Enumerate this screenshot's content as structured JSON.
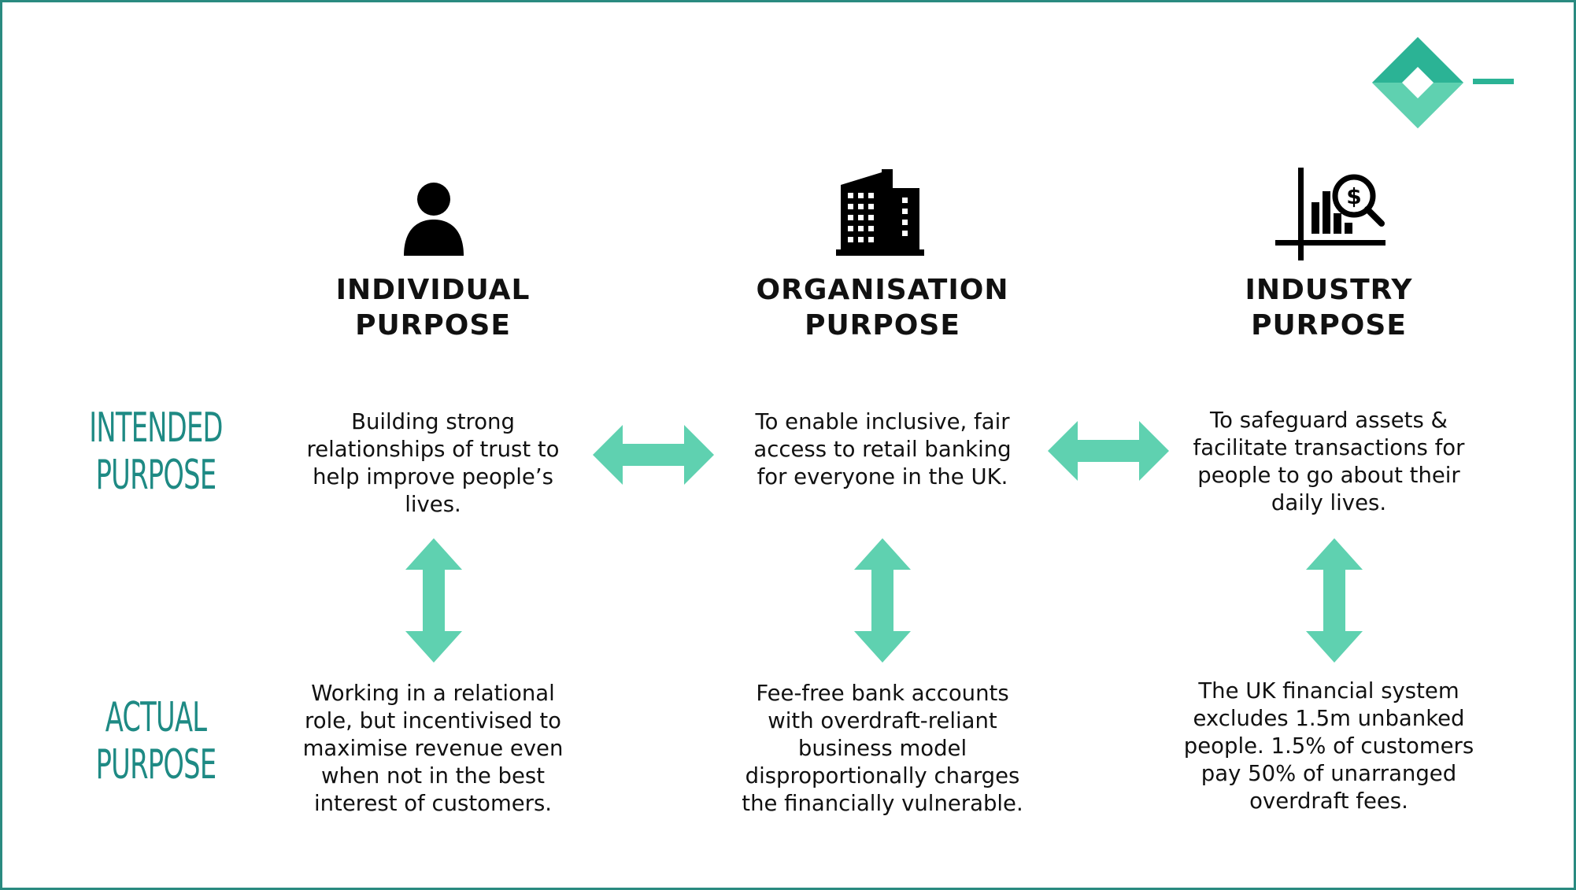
{
  "colors": {
    "accent": "#5fd1b0",
    "teal_dark": "#1e8a84",
    "border": "#2a8a80",
    "logo_dark": "#2bb395",
    "logo_light": "#5fd1b0"
  },
  "logo": {
    "name": "diamond-logo-icon"
  },
  "columns": [
    {
      "icon": "person-icon",
      "title_line1": "INDIVIDUAL",
      "title_line2": "PURPOSE"
    },
    {
      "icon": "buildings-icon",
      "title_line1": "ORGANISATION",
      "title_line2": "PURPOSE"
    },
    {
      "icon": "finance-chart-icon",
      "title_line1": "INDUSTRY",
      "title_line2": "PURPOSE"
    }
  ],
  "rows": {
    "intended": {
      "line1": "INTENDED",
      "line2": "PURPOSE"
    },
    "actual": {
      "line1": "ACTUAL",
      "line2": "PURPOSE"
    }
  },
  "intended": [
    {
      "lines": [
        "Building strong",
        "relationships of trust to",
        "help improve people’s",
        "lives."
      ]
    },
    {
      "lines": [
        "To enable inclusive, fair",
        "access to retail banking",
        "for everyone in the UK."
      ]
    },
    {
      "lines": [
        "To safeguard assets &",
        "facilitate transactions for",
        "people to go about their",
        "daily lives."
      ]
    }
  ],
  "actual": [
    {
      "lines": [
        "Working in a relational",
        "role, but incentivised to",
        "maximise revenue even",
        "when not in the best",
        "interest of customers."
      ]
    },
    {
      "lines": [
        "Fee-free bank accounts",
        "with overdraft-reliant",
        "business model",
        "disproportionally charges",
        "the financially vulnerable."
      ]
    },
    {
      "lines": [
        "The UK financial system",
        "excludes 1.5m unbanked",
        "people. 1.5% of customers",
        "pay 50% of unarranged",
        "overdraft fees."
      ]
    }
  ]
}
